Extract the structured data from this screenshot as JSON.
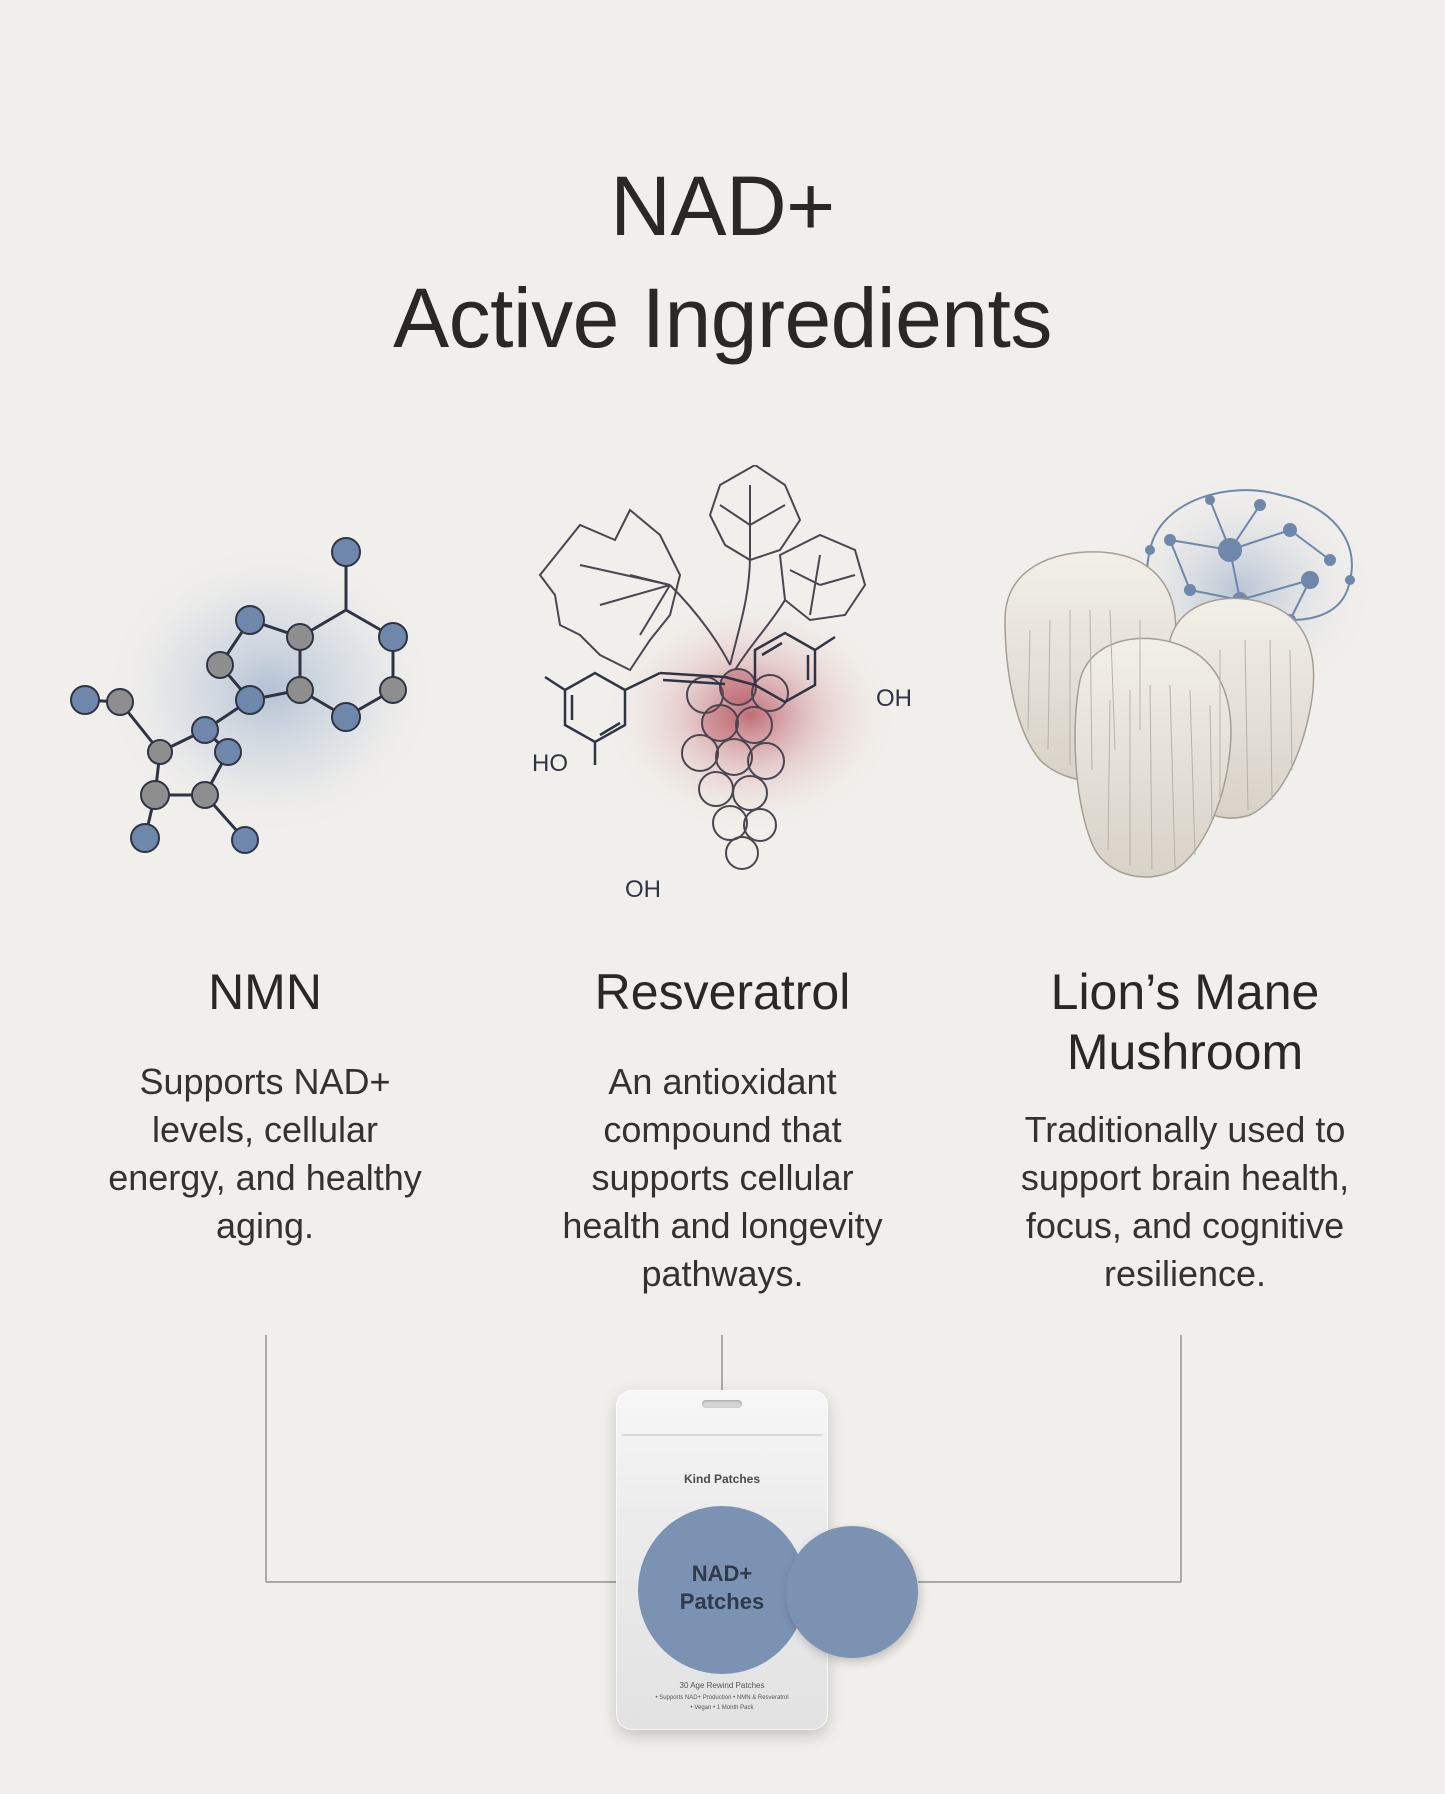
{
  "title": {
    "line1": "NAD+",
    "line2": "Active Ingredients"
  },
  "ingredients": [
    {
      "name": "NMN",
      "description": "Supports NAD+ levels, cellular energy, and healthy aging."
    },
    {
      "name": "Resveratrol",
      "description": "An antioxidant compound that supports cellular health and longevity pathways.",
      "molecule_labels": {
        "oh_right": "OH",
        "ho_left": "HO",
        "oh_bottom": "OH"
      }
    },
    {
      "name_line1": "Lion’s Mane",
      "name_line2": "Mushroom",
      "description": "Traditionally used to support brain health, focus, and cognitive resilience."
    }
  ],
  "product": {
    "brand": "Kind Patches",
    "patch_label_line1": "NAD+",
    "patch_label_line2": "Patches",
    "subtitle": "30 Age Rewind Patches",
    "bullets_line1": "• Supports NAD+ Production  • NMN & Resveratrol",
    "bullets_line2": "• Vegan  • 1 Month Pack"
  },
  "colors": {
    "background": "#f1efeb",
    "patch_blue": "#7b92b3",
    "molecule_blue": "#6f87aa",
    "molecule_grey": "#8e8e8e",
    "grape_red": "#b0404e",
    "line_grey": "#a9a9a9"
  }
}
